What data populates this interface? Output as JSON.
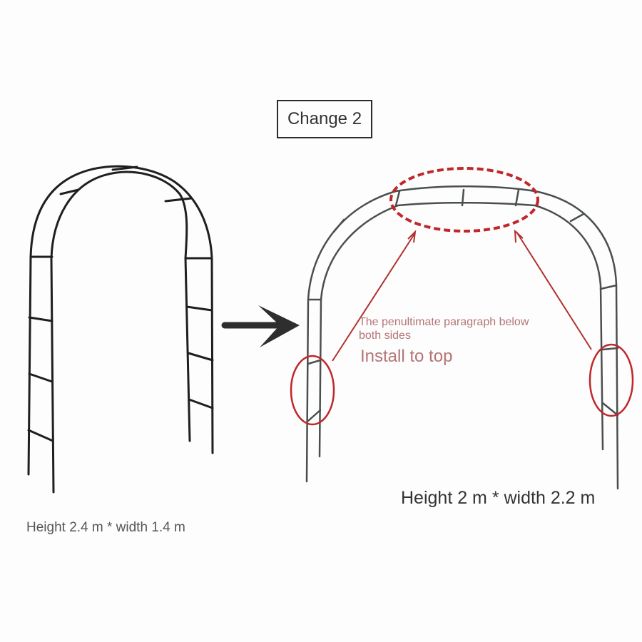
{
  "title": "Change 2",
  "left_arch": {
    "dimensions": "Height 2.4 m * width 1.4 m"
  },
  "right_arch": {
    "dimensions": "Height 2 m * width 2.2 m"
  },
  "annotation": {
    "line1": "The penultimate paragraph below",
    "line2": "both sides",
    "instruction": "Install to top"
  },
  "colors": {
    "frame_left": "#1f1f1f",
    "frame_right": "#4a4f4e",
    "highlight": "#c0262a",
    "annotation_text": "#b57575",
    "arrow": "#2e2e2e"
  }
}
